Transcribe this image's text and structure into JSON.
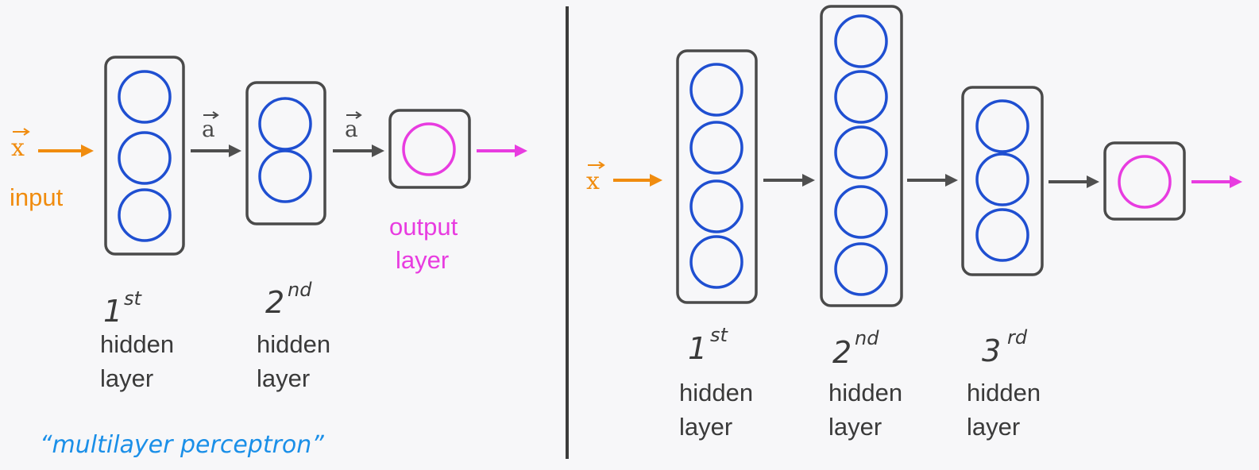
{
  "colors": {
    "background": "#f7f7f9",
    "box_stroke": "#4a4a4a",
    "neuron": "#1f4fd1",
    "input": "#f08c0f",
    "output": "#e83ce0",
    "arrow_gray": "#4f4f4f",
    "caption": "#1a8fe8",
    "divider": "#3b3b3b",
    "label": "#3a3a3a"
  },
  "left": {
    "input_symbol": "x",
    "input_label": "input",
    "activation_symbol_1": "a",
    "activation_symbol_2": "a",
    "output_label_line1": "output",
    "output_label_line2": "layer",
    "layers": [
      {
        "num": "1",
        "sup": "st",
        "line1": "hidden",
        "line2": "layer",
        "neurons": 3
      },
      {
        "num": "2",
        "sup": "nd",
        "line1": "hidden",
        "line2": "layer",
        "neurons": 2
      }
    ],
    "caption": "“multilayer perceptron”"
  },
  "right": {
    "input_symbol": "x",
    "layers": [
      {
        "num": "1",
        "sup": "st",
        "line1": "hidden",
        "line2": "layer",
        "neurons": 4
      },
      {
        "num": "2",
        "sup": "nd",
        "line1": "hidden",
        "line2": "layer",
        "neurons": 5
      },
      {
        "num": "3",
        "sup": "rd",
        "line1": "hidden",
        "line2": "layer",
        "neurons": 3
      }
    ]
  }
}
